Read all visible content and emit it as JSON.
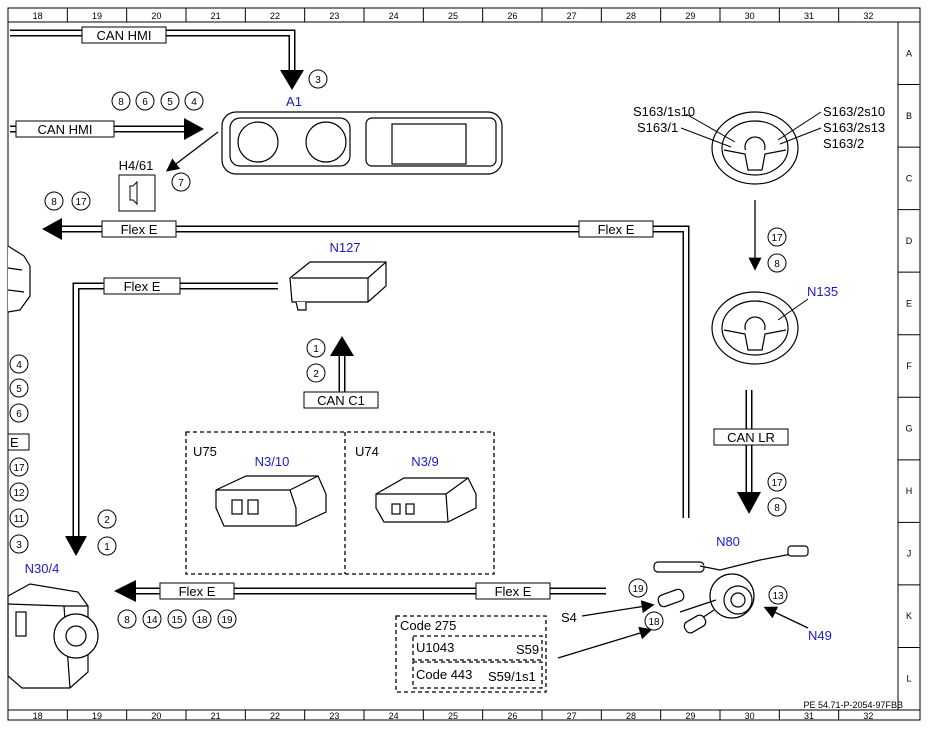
{
  "grid": {
    "columns": [
      "18",
      "19",
      "20",
      "21",
      "22",
      "23",
      "24",
      "25",
      "26",
      "27",
      "28",
      "29",
      "30",
      "31",
      "32"
    ],
    "rows": [
      "A",
      "B",
      "C",
      "D",
      "E",
      "F",
      "G",
      "H",
      "J",
      "K",
      "L"
    ]
  },
  "footer_ref": "PE 54.71-P-2054-97FBB",
  "buses": {
    "can_hmi_top": "CAN HMI",
    "can_hmi_mid": "CAN HMI",
    "flex_e_top_left": "Flex E",
    "flex_e_top_right": "Flex E",
    "flex_e_n127": "Flex E",
    "flex_e_bottom_left": "Flex E",
    "flex_e_bottom_right": "Flex E",
    "can_c1": "CAN C1",
    "can_lr": "CAN LR"
  },
  "components": {
    "a1": "A1",
    "h4_61": "H4/61",
    "n127": "N127",
    "n135": "N135",
    "n80": "N80",
    "n49": "N49",
    "n30_4": "N30/4",
    "s4": "S4",
    "u75": "U75",
    "u74": "U74",
    "n3_10": "N3/10",
    "n3_9": "N3/9",
    "s163_1s10": "S163/1s10",
    "s163_1": "S163/1",
    "s163_2s10": "S163/2s10",
    "s163_2s13": "S163/2s13",
    "s163_2": "S163/2",
    "code_275": "Code 275",
    "u1043": "U1043",
    "s59": "S59",
    "code_443": "Code 443",
    "s59_1s1": "S59/1s1",
    "partial_box": "E"
  },
  "signals": {
    "a1_in": "3",
    "hmi_group": [
      "8",
      "6",
      "5",
      "4"
    ],
    "h4_61": "7",
    "flex_left": [
      "8",
      "17"
    ],
    "steering_down": [
      "17",
      "8"
    ],
    "can_c1": [
      "1",
      "2"
    ],
    "left_column": [
      "4",
      "5",
      "6",
      "17",
      "12",
      "11",
      "3"
    ],
    "n30_4_in": [
      "2",
      "1"
    ],
    "n30_4_out": [
      "8",
      "14",
      "15",
      "18",
      "19"
    ],
    "can_lr": [
      "17",
      "8"
    ],
    "s4_a": "19",
    "s4_b": "18",
    "n49": "13"
  }
}
